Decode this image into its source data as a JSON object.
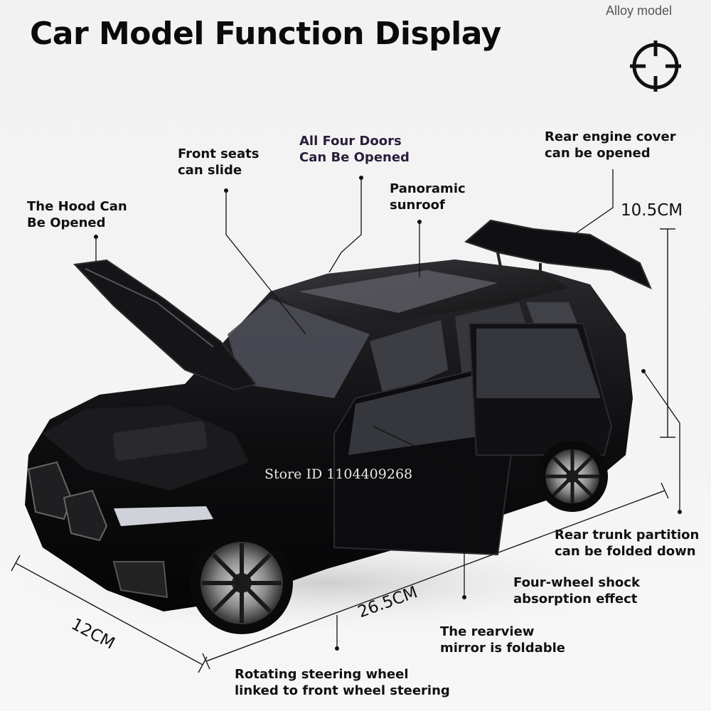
{
  "header": {
    "title": "Car Model Function Display",
    "badge": "Alloy model",
    "badge_icon": "crosshair-icon"
  },
  "callouts": {
    "hood": [
      "The Hood Can",
      "Be Opened"
    ],
    "front_seats": [
      "Front seats",
      "can slide"
    ],
    "four_doors": [
      "All Four Doors",
      "Can Be Opened"
    ],
    "sunroof": [
      "Panoramic",
      "sunroof"
    ],
    "rear_engine": [
      "Rear engine cover",
      "can be opened"
    ],
    "trunk_partition": [
      "Rear trunk partition",
      "can be folded down"
    ],
    "shock": [
      "Four-wheel shock",
      "absorption effect"
    ],
    "mirror": [
      "The rearview",
      "mirror is foldable"
    ],
    "steering": [
      "Rotating steering wheel",
      "linked to front wheel steering"
    ]
  },
  "dimensions": {
    "height": "10.5CM",
    "length": "26.5CM",
    "width": "12CM"
  },
  "watermark": "Store ID 1104409268",
  "colors": {
    "car_body": "#0d0d0f",
    "text": "#111111",
    "accent_text": "#2a1d3a",
    "background": "#f3f3f3"
  }
}
